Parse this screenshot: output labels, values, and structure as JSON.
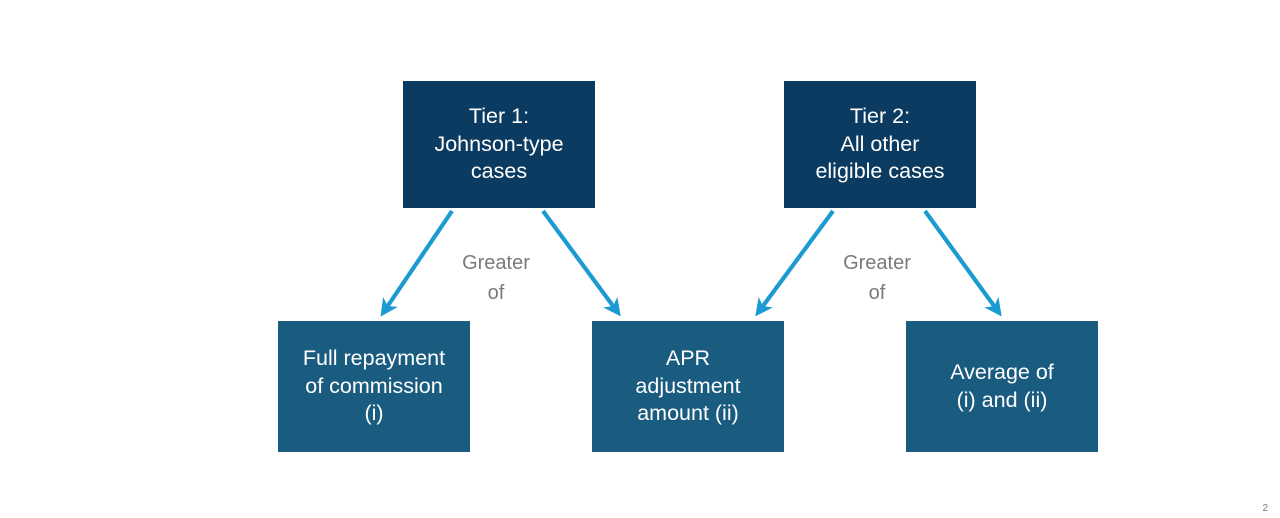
{
  "slide": {
    "background_color": "#FFFFFF",
    "page_number": "2"
  },
  "colors": {
    "tier_box": "#0C3B61",
    "outcome_box": "#1A5C80",
    "arrow": "#1B9BD1",
    "label_text": "#7A7A7A",
    "box_text": "#FFFFFF"
  },
  "diagram": {
    "type": "flowchart",
    "tiers": [
      {
        "id": "tier1",
        "label": "Tier 1:\nJohnson-type\ncases",
        "connector_label": "Greater\nof",
        "targets": [
          "full-repayment",
          "apr-adjustment"
        ]
      },
      {
        "id": "tier2",
        "label": "Tier 2:\nAll other\neligible cases",
        "connector_label": "Greater\nof",
        "targets": [
          "apr-adjustment",
          "average"
        ]
      }
    ],
    "outcomes": [
      {
        "id": "full-repayment",
        "label": "Full repayment\nof commission\n(i)"
      },
      {
        "id": "apr-adjustment",
        "label": "APR\nadjustment\namount (ii)"
      },
      {
        "id": "average",
        "label": "Average of\n(i) and (ii)"
      }
    ]
  }
}
